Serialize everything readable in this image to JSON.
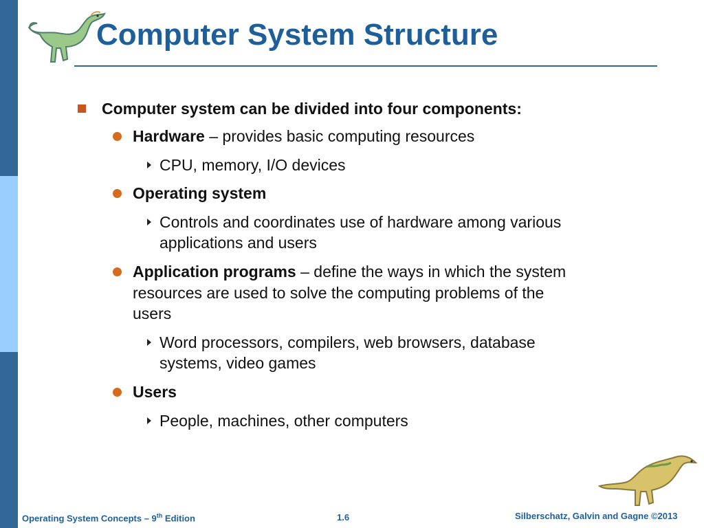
{
  "slide": {
    "title": "Computer System Structure",
    "intro": "Computer system can be divided into four components:",
    "hardware": {
      "term": "Hardware",
      "rest": " – provides basic computing resources",
      "sub": "CPU, memory, I/O devices"
    },
    "os": {
      "term": "Operating system",
      "sub_line1": "Controls and coordinates use of hardware among various",
      "sub_line2": "applications and users"
    },
    "apps": {
      "term": "Application programs",
      "rest_line1": " – define the ways in which the system",
      "line2": "resources are used to solve the computing problems of the",
      "line3": "users",
      "sub_line1": "Word processors, compilers, web browsers, database",
      "sub_line2": "systems, video games"
    },
    "users": {
      "term": "Users",
      "sub": "People, machines, other computers"
    }
  },
  "footer": {
    "left_prefix": "Operating System Concepts – 9",
    "left_sup": "th",
    "left_suffix": " Edition",
    "page": "1.6",
    "right": "Silberschatz, Galvin and Gagne ©2013"
  },
  "colors": {
    "title": "#1f5f99",
    "sidebar_dark": "#336699",
    "sidebar_light": "#99ccff",
    "bullet_orange": "#d46b1f"
  },
  "icons": {
    "top_logo": "dinosaur-icon",
    "bottom_logo": "dinosaur-icon"
  }
}
